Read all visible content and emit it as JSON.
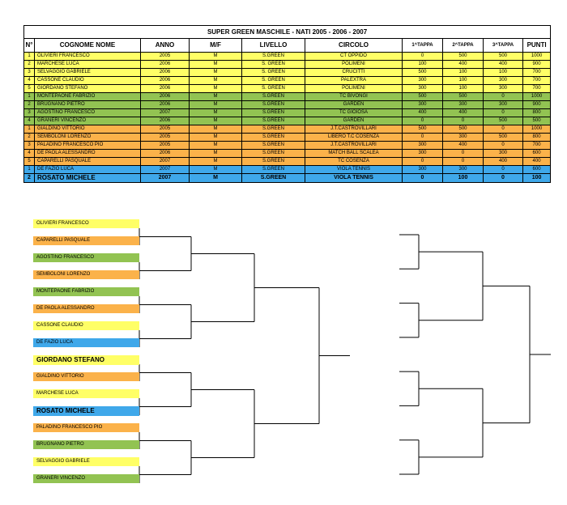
{
  "title": "SUPER GREEN MASCHILE - NATI 2005 - 2006 - 2007",
  "headers": [
    "N°",
    "COGNOME NOME",
    "ANNO",
    "M/F",
    "LIVELLO",
    "CIRCOLO",
    "1^TAPPA",
    "2^TAPPA",
    "3^TAPPA",
    "PUNTI"
  ],
  "colors": {
    "yellow": "#ffff66",
    "green": "#92c352",
    "orange": "#fbb24a",
    "blue": "#3fa8ea"
  },
  "rows": [
    {
      "n": "1",
      "name": "OLIVIERI FRANCESCO",
      "anno": "2005",
      "mf": "M",
      "livello": "S.GREEN",
      "circolo": "CT OPPIDO",
      "t1": "0",
      "t2": "500",
      "t3": "500",
      "punti": "1000",
      "color": "yellow"
    },
    {
      "n": "2",
      "name": "MARCHESE LUCA",
      "anno": "2006",
      "mf": "M",
      "livello": "S. GREEN",
      "circolo": "POLIMENI",
      "t1": "100",
      "t2": "400",
      "t3": "400",
      "punti": "900",
      "color": "yellow"
    },
    {
      "n": "3",
      "name": "SELVAGGIO GABRIELE",
      "anno": "2006",
      "mf": "M",
      "livello": "S. GREEN",
      "circolo": "CRUCITTI",
      "t1": "500",
      "t2": "100",
      "t3": "100",
      "punti": "700",
      "color": "yellow"
    },
    {
      "n": "4",
      "name": "CASSONE CLAUDIO",
      "anno": "2006",
      "mf": "M",
      "livello": "S. GREEN",
      "circolo": "PALEXTRA",
      "t1": "300",
      "t2": "100",
      "t3": "300",
      "punti": "700",
      "color": "yellow"
    },
    {
      "n": "5",
      "name": "GIORDANO STEFANO",
      "anno": "2006",
      "mf": "M",
      "livello": "S. GREEN",
      "circolo": "POLIMENI",
      "t1": "300",
      "t2": "100",
      "t3": "300",
      "punti": "700",
      "color": "yellow"
    },
    {
      "n": "1",
      "name": "MONTEPAONE FABRIZIO",
      "anno": "2006",
      "mf": "M",
      "livello": "S.GREEN",
      "circolo": "TC BIVONGI",
      "t1": "500",
      "t2": "500",
      "t3": "0",
      "punti": "1000",
      "color": "green"
    },
    {
      "n": "2",
      "name": "BRUGNANO PIETRO",
      "anno": "2006",
      "mf": "M",
      "livello": "S.GREEN",
      "circolo": "GARDEN",
      "t1": "300",
      "t2": "300",
      "t3": "300",
      "punti": "900",
      "color": "green"
    },
    {
      "n": "3",
      "name": "AGOSTINO FRANCESCO",
      "anno": "2007",
      "mf": "M",
      "livello": "S.GREEN",
      "circolo": "TC GIOIOSA",
      "t1": "400",
      "t2": "400",
      "t3": "0",
      "punti": "800",
      "color": "green"
    },
    {
      "n": "4",
      "name": "GRANERI VINCENZO",
      "anno": "2006",
      "mf": "M",
      "livello": "S.GREEN",
      "circolo": "GARDEN",
      "t1": "0",
      "t2": "0",
      "t3": "500",
      "punti": "500",
      "color": "green"
    },
    {
      "n": "1",
      "name": "GIALDINO VITTORIO",
      "anno": "2005",
      "mf": "M",
      "livello": "S.GREEN",
      "circolo": "J.T.CASTROVILLARI",
      "t1": "500",
      "t2": "500",
      "t3": "0",
      "punti": "1000",
      "color": "orange"
    },
    {
      "n": "2",
      "name": "SEMBOLONI LORENZO",
      "anno": "2005",
      "mf": "M",
      "livello": "S.GREEN",
      "circolo": "LIBERO T.C COSENZA",
      "t1": "0",
      "t2": "300",
      "t3": "500",
      "punti": "800",
      "color": "orange"
    },
    {
      "n": "3",
      "name": "PALADINO FRANCESCO PIO",
      "anno": "2005",
      "mf": "M",
      "livello": "S.GREEN",
      "circolo": "J.T.CASTROVILLARI",
      "t1": "300",
      "t2": "400",
      "t3": "0",
      "punti": "700",
      "color": "orange"
    },
    {
      "n": "4",
      "name": "DE PAOLA ALESSANDRO",
      "anno": "2006",
      "mf": "M",
      "livello": "S.GREEN",
      "circolo": "MATCH BALL SCALEA",
      "t1": "300",
      "t2": "0",
      "t3": "300",
      "punti": "600",
      "color": "orange"
    },
    {
      "n": "5",
      "name": "CAPARELLI PASQUALE",
      "anno": "2007",
      "mf": "M",
      "livello": "S.GREEN",
      "circolo": "TC COSENZA",
      "t1": "0",
      "t2": "0",
      "t3": "400",
      "punti": "400",
      "color": "orange"
    },
    {
      "n": "1",
      "name": "DE FAZIO LUCA",
      "anno": "2007",
      "mf": "M",
      "livello": "S.GREEN",
      "circolo": "VIOLA TENNIS",
      "t1": "300",
      "t2": "300",
      "t3": "0",
      "punti": "600",
      "color": "blue"
    },
    {
      "n": "2",
      "name": "ROSATO MICHELE",
      "anno": "2007",
      "mf": "M",
      "livello": "S.GREEN",
      "circolo": "VIOLA TENNIS",
      "t1": "0",
      "t2": "100",
      "t3": "0",
      "punti": "100",
      "color": "blue",
      "big": true
    }
  ],
  "bracket": [
    {
      "name": "OLIVIERI FRANCESCO",
      "color": "yellow"
    },
    {
      "name": "CAPARELLI PASQUALE",
      "color": "orange"
    },
    {
      "name": "AGOSTINO FRANCESCO",
      "color": "green"
    },
    {
      "name": "SEMBOLONI LORENZO",
      "color": "orange"
    },
    {
      "name": "MONTEPAONE FABRIZIO",
      "color": "green"
    },
    {
      "name": "DE PAOLA ALESSANDRO",
      "color": "orange"
    },
    {
      "name": "CASSONE CLAUDIO",
      "color": "yellow"
    },
    {
      "name": "DE FAZIO LUCA",
      "color": "blue"
    },
    {
      "name": "GIORDANO STEFANO",
      "color": "yellow",
      "big": true
    },
    {
      "name": "GIALDINO VITTORIO",
      "color": "orange"
    },
    {
      "name": "MARCHESE LUCA",
      "color": "yellow"
    },
    {
      "name": "ROSATO MICHELE",
      "color": "blue",
      "big": true
    },
    {
      "name": "PALADINO FRANCESCO PIO",
      "color": "orange"
    },
    {
      "name": "BRUGNANO PIETRO",
      "color": "green"
    },
    {
      "name": "SELVAGGIO GABRIELE",
      "color": "yellow"
    },
    {
      "name": "GRANERI VINCENZO",
      "color": "green"
    }
  ]
}
